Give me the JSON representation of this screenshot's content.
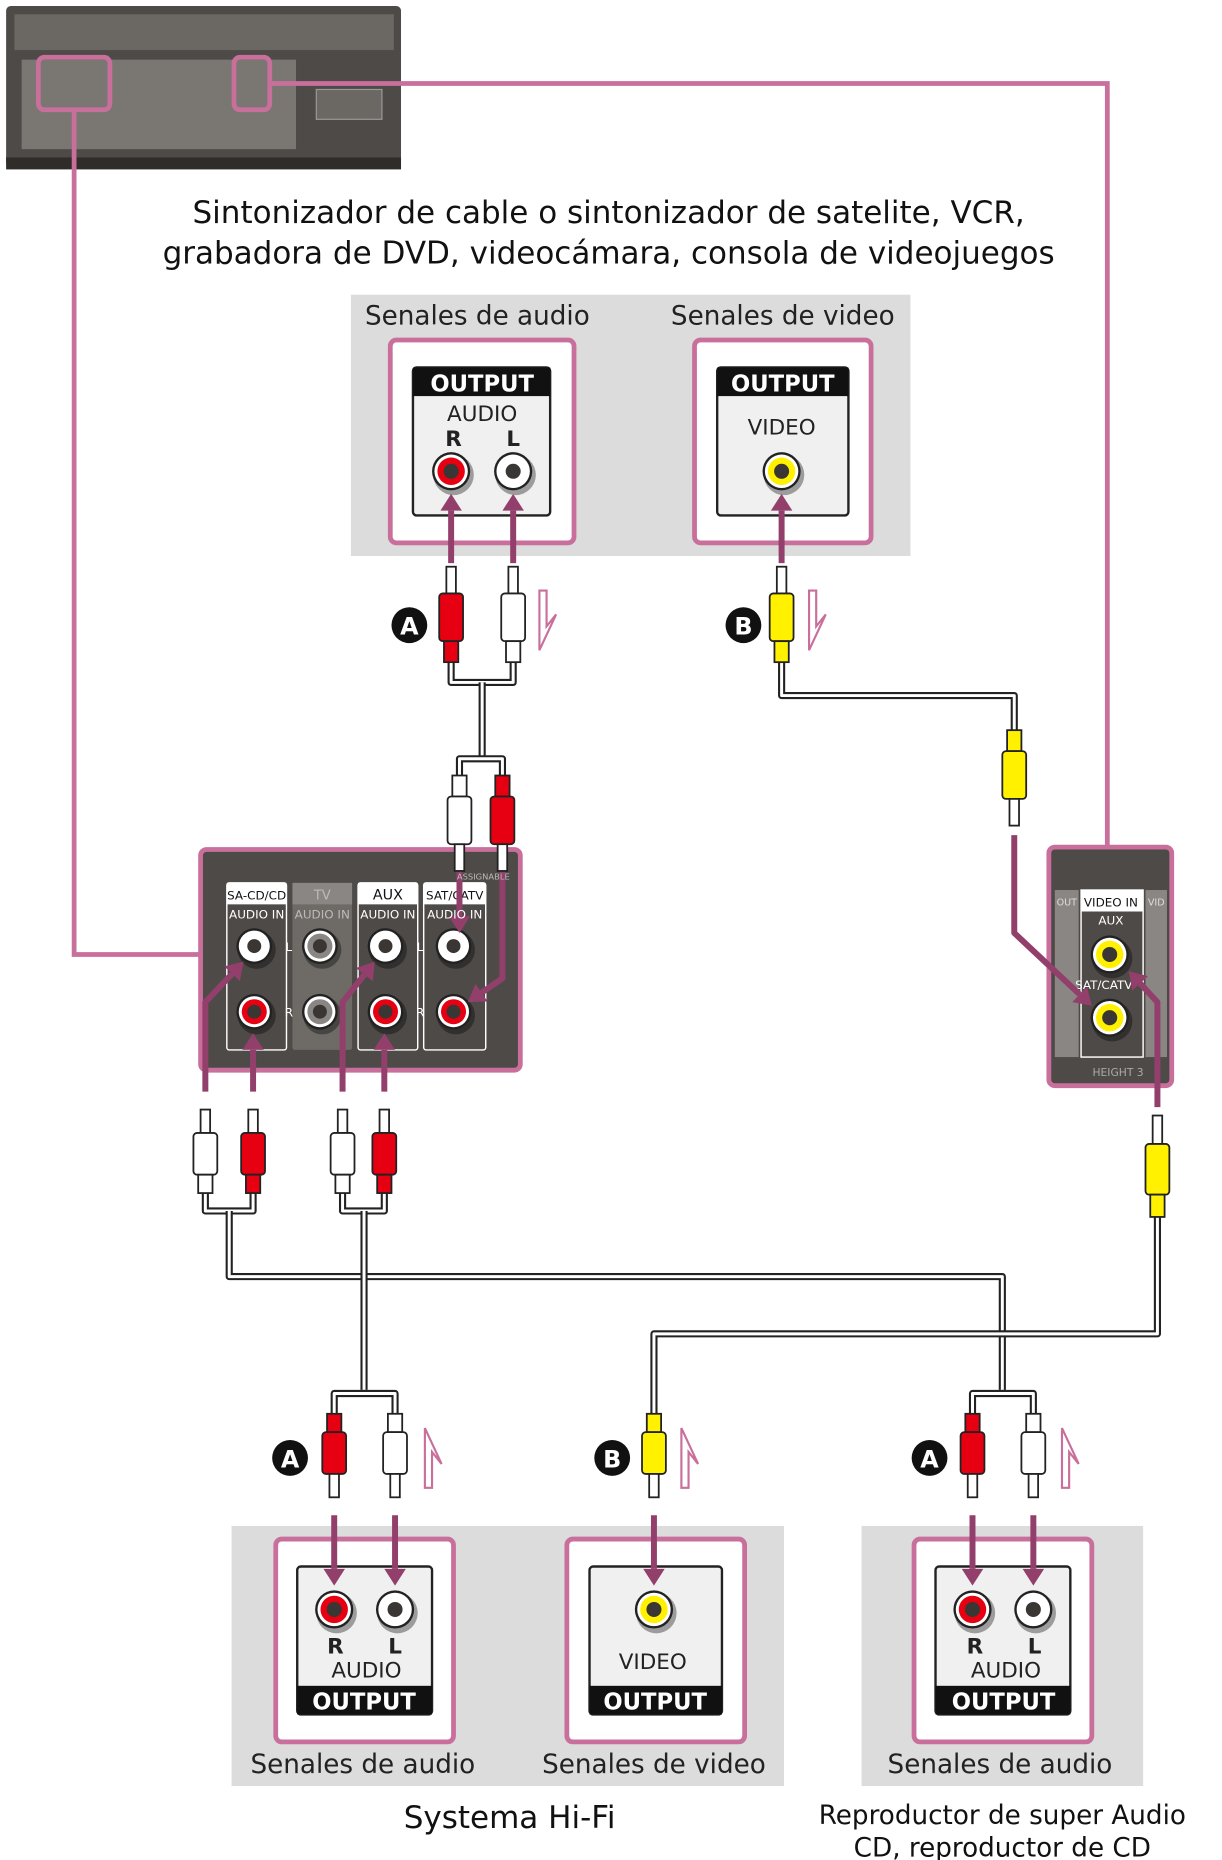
{
  "title": {
    "line1": "Sintonizador de cable o sintonizador de satelite, VCR,",
    "line2": "grabadora de DVD, videocámara, consola de videojuegos"
  },
  "source_device": {
    "audio_label": "Senales de audio",
    "video_label": "Senales de video",
    "audio_output": {
      "header": "OUTPUT",
      "sub": "AUDIO",
      "r": "R",
      "l": "L"
    },
    "video_output": {
      "header": "OUTPUT",
      "sub": "VIDEO"
    }
  },
  "badges": {
    "a": "A",
    "b": "B"
  },
  "receiver_audio_panel": {
    "inputs": [
      {
        "name": "SA-CD/CD",
        "sub": "AUDIO IN"
      },
      {
        "name": "TV",
        "sub": "AUDIO IN"
      },
      {
        "name": "AUX",
        "sub": "AUDIO IN"
      },
      {
        "name": "SAT/CATV",
        "sub": "AUDIO IN"
      }
    ],
    "l": "L",
    "r": "R",
    "assign": "ASSIGNABLE"
  },
  "receiver_video_panel": {
    "header": "VIDEO IN",
    "aux": "AUX",
    "sat": "SAT/CATV",
    "footer": "HEIGHT 3",
    "left_tab": "OUT",
    "right_tab": "VID"
  },
  "hifi": {
    "audio_label": "Senales de audio",
    "video_label": "Senales de video",
    "audio_output": {
      "header": "OUTPUT",
      "sub": "AUDIO",
      "r": "R",
      "l": "L"
    },
    "video_output": {
      "header": "OUTPUT",
      "sub": "VIDEO"
    },
    "caption": "Systema Hi-Fi"
  },
  "cd_player": {
    "audio_label": "Senales de audio",
    "audio_output": {
      "header": "OUTPUT",
      "sub": "AUDIO",
      "r": "R",
      "l": "L"
    },
    "caption_line1": "Reproductor de super Audio",
    "caption_line2": "CD, reproductor de CD"
  },
  "colors": {
    "highlight": "#c86f9b",
    "arrow": "#933f6b",
    "red": "#e60012",
    "yellow": "#fff100",
    "panel_gray": "#dcdcdc",
    "device_dark": "#4e4a47"
  }
}
